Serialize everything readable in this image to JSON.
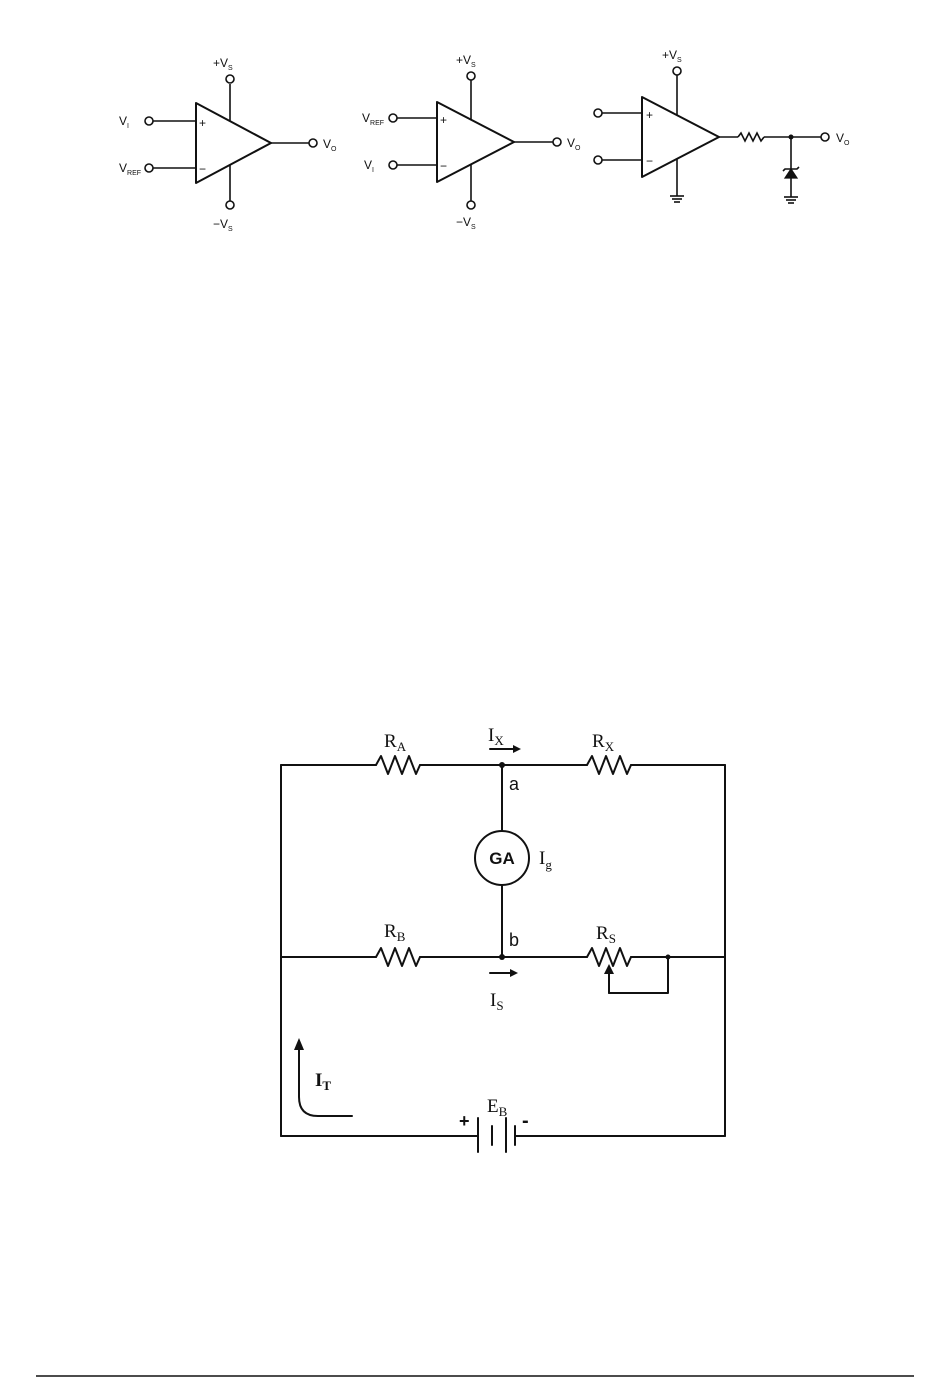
{
  "opamp_circuits": {
    "circuit1": {
      "supply_pos": {
        "main": "+V",
        "sub": "S"
      },
      "supply_neg": {
        "main": "−V",
        "sub": "S"
      },
      "input_plus": {
        "main": "V",
        "sub": "I"
      },
      "input_minus": {
        "main": "V",
        "sub": "REF"
      },
      "plus_sign": "+",
      "minus_sign": "−",
      "output": {
        "main": "V",
        "sub": "O"
      }
    },
    "circuit2": {
      "supply_pos": {
        "main": "+V",
        "sub": "S"
      },
      "supply_neg": {
        "main": "−V",
        "sub": "S"
      },
      "input_plus": {
        "main": "V",
        "sub": "REF"
      },
      "input_minus": {
        "main": "V",
        "sub": "I"
      },
      "plus_sign": "+",
      "minus_sign": "−",
      "output": {
        "main": "V",
        "sub": "O"
      }
    },
    "circuit3": {
      "supply_pos": {
        "main": "+V",
        "sub": "S"
      },
      "plus_sign": "+",
      "minus_sign": "−",
      "output": {
        "main": "V",
        "sub": "O"
      }
    }
  },
  "bridge_circuit": {
    "ra": {
      "main": "R",
      "sub": "A"
    },
    "rx": {
      "main": "R",
      "sub": "X"
    },
    "rb": {
      "main": "R",
      "sub": "B"
    },
    "rs": {
      "main": "R",
      "sub": "S"
    },
    "ix": {
      "main": "I",
      "sub": "X"
    },
    "is": {
      "main": "I",
      "sub": "S"
    },
    "ig": {
      "main": "I",
      "sub": "g"
    },
    "it": {
      "main": "I",
      "sub": "T"
    },
    "eb": {
      "main": "E",
      "sub": "B"
    },
    "galvanometer": "GA",
    "node_a": "a",
    "node_b": "b",
    "battery_plus": "+",
    "battery_minus": "-"
  }
}
